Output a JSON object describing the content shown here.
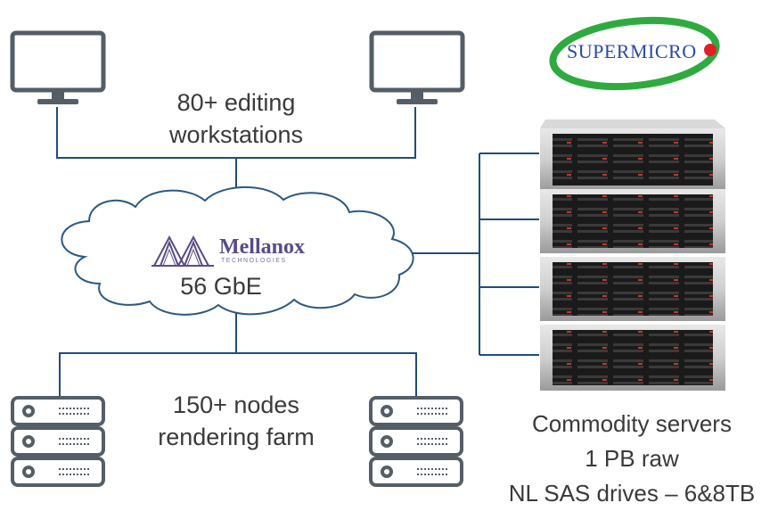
{
  "workstations": {
    "label_line1": "80+ editing",
    "label_line2": "workstations"
  },
  "network": {
    "brand_name": "Mellanox",
    "brand_sub": "TECHNOLOGIES",
    "label": "56 GbE"
  },
  "render_farm": {
    "label_line1": "150+ nodes",
    "label_line2": "rendering farm"
  },
  "storage": {
    "vendor_logo": "SUPERMICRO",
    "line1": "Commodity servers",
    "line2": "1 PB raw",
    "line3": "NL SAS drives – 6&8TB"
  },
  "colors": {
    "connector": "#1f4e79",
    "device_stroke": "#555e66",
    "cloud_stroke": "#2a5a84",
    "supermicro_green": "#2faa3f",
    "supermicro_blue": "#2c4aa8",
    "supermicro_red": "#e41e26",
    "mellanox_purple": "#5a4b86"
  },
  "icons": {
    "workstation": "monitor-icon",
    "render_node": "server-stack-icon",
    "storage": "rack-server-icon",
    "network": "cloud-icon"
  }
}
